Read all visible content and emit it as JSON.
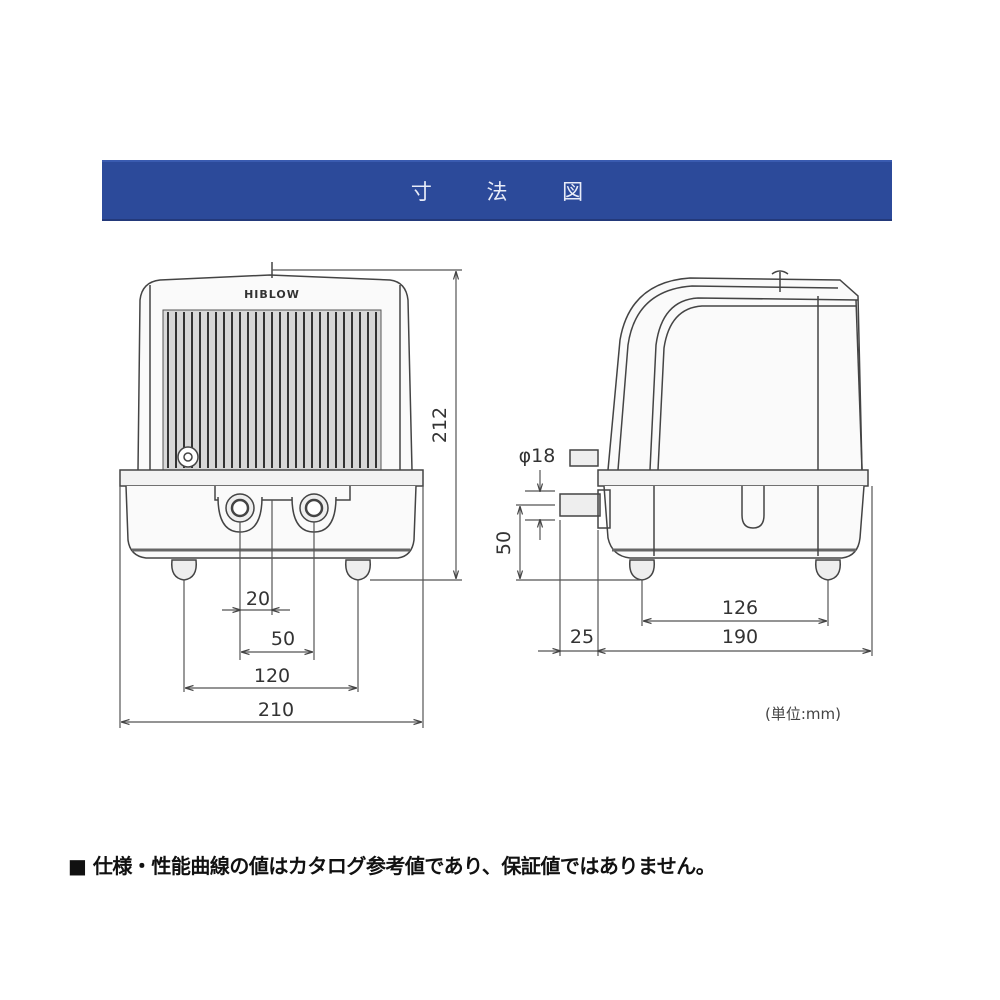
{
  "header": {
    "title": "寸 法 図",
    "background_color": "#2c4a9a",
    "text_color": "#e8ecf8"
  },
  "front_view": {
    "brand_logo": "HIBLOW",
    "dimensions": {
      "height": "212",
      "outlet_diameter_spacing": "20",
      "outlet_pitch": "50",
      "foot_pitch": "120",
      "overall_width": "210"
    }
  },
  "side_view": {
    "dimensions": {
      "outlet_diameter": "φ18",
      "outlet_height": "50",
      "outlet_protrusion": "25",
      "foot_pitch": "126",
      "overall_depth": "190"
    }
  },
  "unit_note": "(単位:mm)",
  "footnote": "■ 仕様・性能曲線の値はカタログ参考値であり、保証値ではありません。"
}
